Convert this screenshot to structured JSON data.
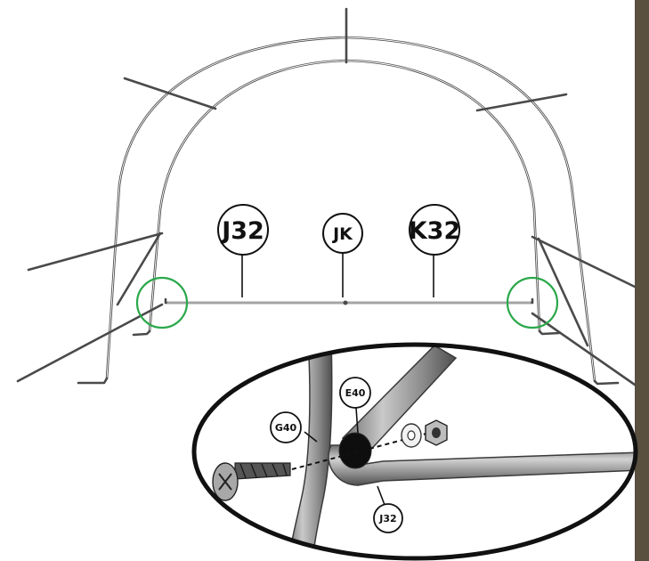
{
  "labels": {
    "j32": "J32",
    "jk": "JK",
    "k32": "K32",
    "e40": "E40",
    "g40": "G40",
    "j32_detail": "J32"
  },
  "colors": {
    "frame": "#4a4a4a",
    "highlight_circle": "#2aa84a",
    "side_bar": "#5a5040",
    "detail_outline": "#111111",
    "detail_background": "#ffffff"
  },
  "icons": {
    "bolt": "bolt-icon",
    "washer": "washer-icon",
    "nut": "nut-icon"
  }
}
